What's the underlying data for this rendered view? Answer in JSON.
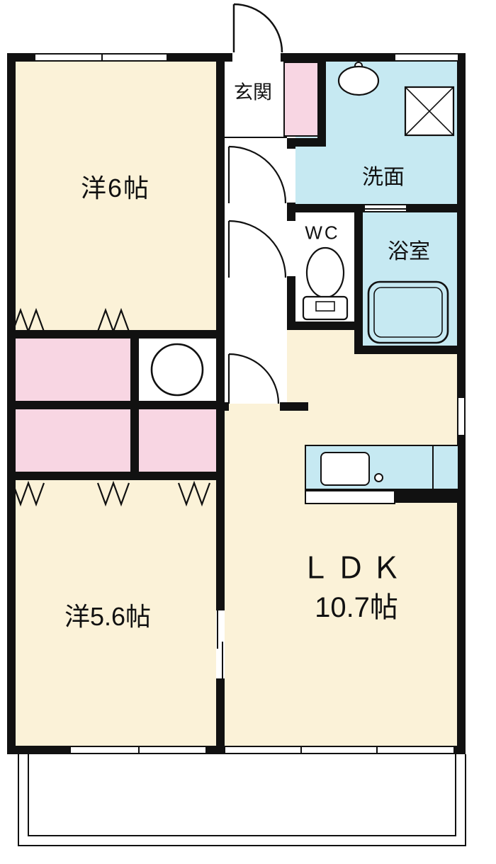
{
  "meta": {
    "type": "japanese-apartment-floorplan"
  },
  "colors": {
    "wall": "#111111",
    "room": "#FBF2D8",
    "closet": "#F8D6E3",
    "wet": "#C6E9F2"
  },
  "rooms": {
    "bedroom_top": {
      "label": "洋6帖"
    },
    "entrance": {
      "label": "玄関"
    },
    "washroom": {
      "label": "洗面"
    },
    "wc": {
      "label": "WC"
    },
    "bath": {
      "label": "浴室"
    },
    "bedroom_bottom": {
      "label": "洋5.6帖"
    },
    "ldk": {
      "label": "ＬＤＫ",
      "size": "10.7帖"
    }
  },
  "fixtures": {
    "washbasin": "oval-basin-with-faucet",
    "washing_machine_pan": "square-with-x",
    "toilet": "bowl-and-tank",
    "bathtub": "rounded-rectangle",
    "kitchen_sink": "rounded-rectangle-in-counter",
    "utility_circle": "circle-in-square",
    "closet_doors": "zigzag-fold-marks",
    "doors": "quarter-circle-swing-arcs"
  }
}
